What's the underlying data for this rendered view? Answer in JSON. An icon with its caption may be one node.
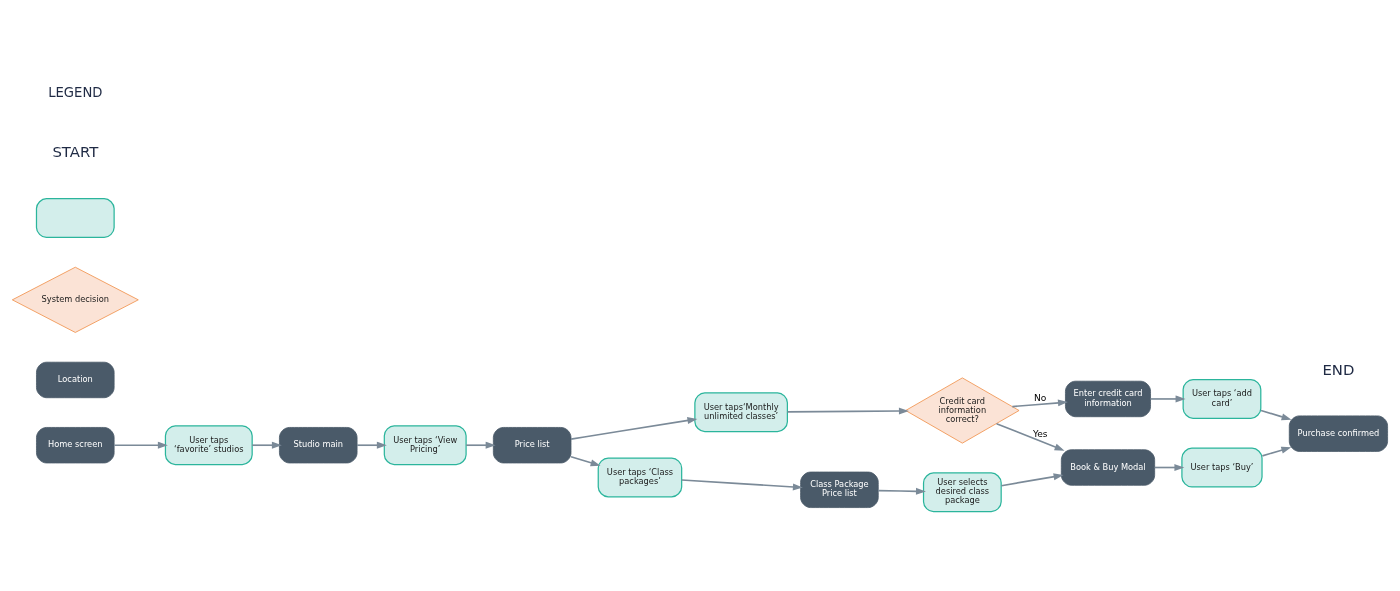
{
  "diagram": {
    "nodes": [
      {
        "text": [
          "Home screen"
        ]
      },
      {
        "text": [
          "User taps ‘favorite’ studios"
        ]
      },
      {
        "text": [
          "Studio main"
        ]
      },
      {
        "text": [
          "User taps ‘View Pricing’"
        ]
      },
      {
        "text": [
          "Price list"
        ]
      },
      {
        "text": [
          "User taps‘Monthly unlimited classes’"
        ]
      },
      {
        "text": [
          "Credit card information correct?"
        ]
      },
      {
        "text": [
          "Enter credit card information"
        ]
      },
      {
        "text": [
          "User taps ‘add card’"
        ]
      },
      {
        "text": [
          "User taps ‘Class packages’"
        ]
      },
      {
        "text": [
          "Class Package Price list"
        ]
      },
      {
        "text": [
          "User selects desired class package"
        ]
      },
      {
        "text": [
          "Book & Buy Modal"
        ]
      },
      {
        "text": [
          "User taps ‘Buy’"
        ]
      },
      {
        "text": [
          "Purchase confirmed"
        ]
      },
      {
        "text": [
          "Location"
        ]
      },
      {
        "text": [
          "System decision"
        ]
      },
      {
        "text": [],
        "shape": "pill"
      }
    ],
    "edges": [
      {
        "from": 0,
        "to": 1,
        "arrow": "to"
      },
      {
        "from": 1,
        "to": 2,
        "arrow": "to"
      },
      {
        "from": 2,
        "to": 3,
        "arrow": "to"
      },
      {
        "from": 3,
        "to": 4,
        "arrow": "to"
      },
      {
        "from": 4,
        "to": 5,
        "arrow": "to"
      },
      {
        "from": 4,
        "to": 9,
        "arrow": "to"
      },
      {
        "from": 5,
        "to": 6,
        "arrow": "to"
      },
      {
        "from": 6,
        "to": 7,
        "label": "No",
        "arrow": "to"
      },
      {
        "from": 7,
        "to": 8,
        "arrow": "to"
      },
      {
        "from": 8,
        "to": 14,
        "arrow": "to"
      },
      {
        "from": 6,
        "to": 12,
        "label": "Yes",
        "arrow": "to"
      },
      {
        "from": 9,
        "to": 10,
        "arrow": "to"
      },
      {
        "from": 10,
        "to": 11,
        "arrow": "to"
      },
      {
        "from": 11,
        "to": 12,
        "arrow": "to"
      },
      {
        "from": 12,
        "to": 13,
        "arrow": "to"
      },
      {
        "from": 13,
        "to": 14,
        "arrow": "to"
      }
    ],
    "labels": [
      "START",
      "END",
      "LEGEND"
    ]
  }
}
